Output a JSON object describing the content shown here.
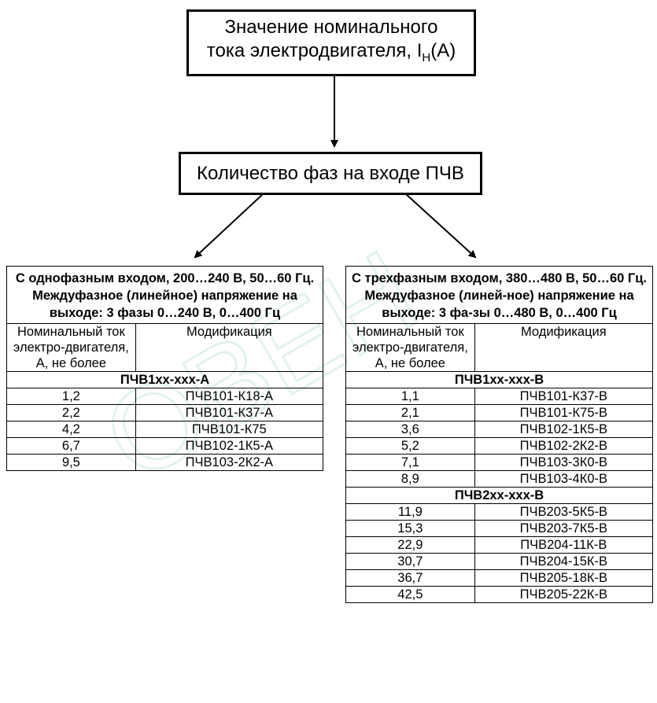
{
  "top_box": {
    "line1": "Значение номинального",
    "line2_prefix": "тока электродвигателя, I",
    "line2_sub": "Н",
    "line2_suffix": "(А)"
  },
  "mid_box": {
    "text": "Количество фаз на входе ПЧВ"
  },
  "watermark": {
    "text": "ОВЕН"
  },
  "left_table": {
    "header": "С однофазным входом, 200…240 В, 50…60 Гц. Междуфазное (линейное) напряжение на выходе: 3 фазы 0…240 В, 0…400 Гц",
    "col1": "Номинальный ток электро-двигателя, А, не более",
    "col2": "Модификация",
    "groups": [
      {
        "name": "ПЧВ1хх-ххх-А",
        "rows": [
          [
            "1,2",
            "ПЧВ101-К18-А"
          ],
          [
            "2,2",
            "ПЧВ101-К37-А"
          ],
          [
            "4,2",
            "ПЧВ101-К75"
          ],
          [
            "6,7",
            "ПЧВ102-1К5-А"
          ],
          [
            "9,5",
            "ПЧВ103-2К2-А"
          ]
        ]
      }
    ]
  },
  "right_table": {
    "header": "С трехфазным входом, 380…480 В, 50…60 Гц. Междуфазное (линей-ное) напряжение на выходе: 3 фа-зы 0…480 В, 0…400 Гц",
    "col1": "Номинальный ток электро-двигателя, А, не более",
    "col2": "Модификация",
    "groups": [
      {
        "name": "ПЧВ1хх-ххх-В",
        "rows": [
          [
            "1,1",
            "ПЧВ101-К37-В"
          ],
          [
            "2,1",
            "ПЧВ101-К75-В"
          ],
          [
            "3,6",
            "ПЧВ102-1К5-В"
          ],
          [
            "5,2",
            "ПЧВ102-2К2-В"
          ],
          [
            "7,1",
            "ПЧВ103-3К0-В"
          ],
          [
            "8,9",
            "ПЧВ103-4К0-В"
          ]
        ]
      },
      {
        "name": "ПЧВ2хх-ххх-В",
        "rows": [
          [
            "11,9",
            "ПЧВ203-5К5-В"
          ],
          [
            "15,3",
            "ПЧВ203-7К5-В"
          ],
          [
            "22,9",
            "ПЧВ204-11К-В"
          ],
          [
            "30,7",
            "ПЧВ204-15К-В"
          ],
          [
            "36,7",
            "ПЧВ205-18К-В"
          ],
          [
            "42,5",
            "ПЧВ205-22К-В"
          ]
        ]
      }
    ]
  }
}
